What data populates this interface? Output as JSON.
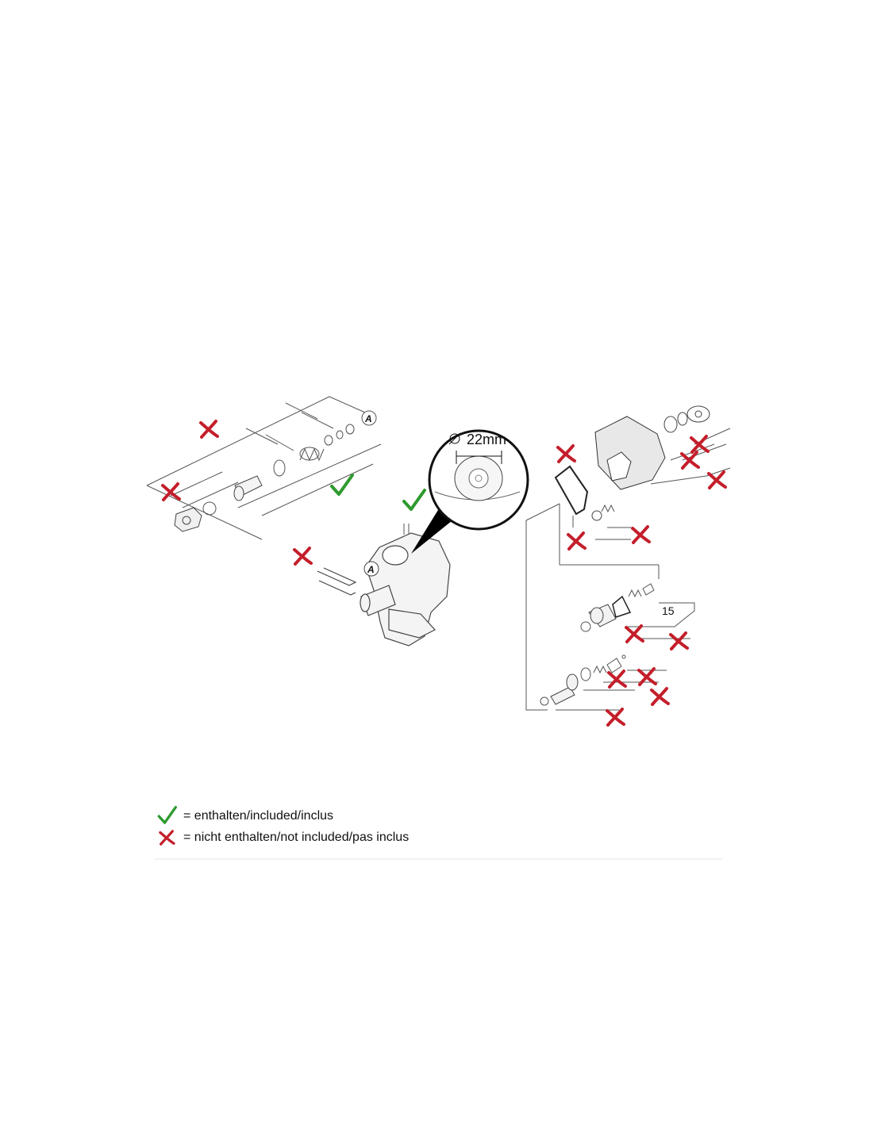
{
  "diagram": {
    "marker_a_label": "A",
    "dimension_label": "22mm",
    "part_number_label": "15",
    "colors": {
      "included": "#2e9a2e",
      "not_included": "#c41e2a",
      "line": "#555555"
    }
  },
  "legend": {
    "included_text": "= enthalten/included/inclus",
    "not_included_text": "= nicht enthalten/not included/pas inclus",
    "included_icon": "check-icon",
    "not_included_icon": "cross-icon"
  }
}
